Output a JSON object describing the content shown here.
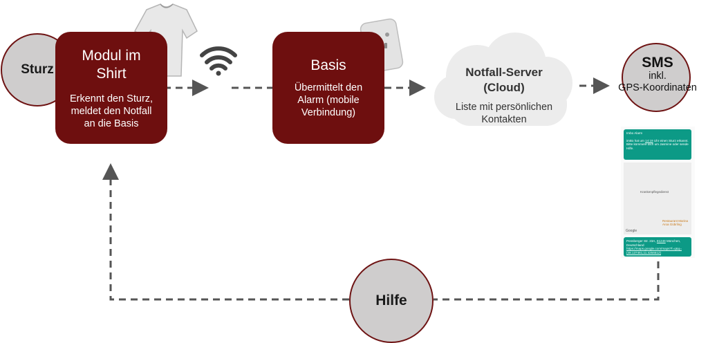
{
  "nodes": {
    "sturz": {
      "title": "Sturz"
    },
    "modul": {
      "title_line1": "Modul im",
      "title_line2": "Shirt",
      "desc_line1": "Erkennt den Sturz,",
      "desc_line2": "meldet den Notfall",
      "desc_line3": "an die Basis"
    },
    "basis": {
      "title": "Basis",
      "desc_line1": "Übermittelt den",
      "desc_line2": "Alarm (mobile",
      "desc_line3": "Verbindung)"
    },
    "server": {
      "title_line1": "Notfall-Server",
      "title_line2": "(Cloud)",
      "desc_line1": "Liste mit persönlichen",
      "desc_line2": "Kontakten"
    },
    "sms": {
      "title": "SMS",
      "desc_line1": "inkl.",
      "desc_line2": "GPS-Koordinaten"
    },
    "hilfe": {
      "title": "Hilfe"
    }
  },
  "phone": {
    "msg1_from": "Imbo Alarm",
    "msg1_text1": "imBo hat um ",
    "msg1_time": "14:19",
    "msg1_text2": " Uhr einen Sturz erkannt.",
    "msg1_text3": "Bitte kümmere dich um Jasmine oder sende Hilfe.",
    "map_label1": "Krankenpflegedienst",
    "map_label2": "Restaurant Marina Aroa Gübrling",
    "map_google": "Google",
    "msg2_text1": "Pensberger Str. 23A, ",
    "msg2_zip": "81249",
    "msg2_text2": " München, Deutschland",
    "msg2_link": "https://maps.google.com/maps?f=q&q=(48.137461,11.4256512)"
  },
  "colors": {
    "box": "#6e0f0f",
    "circle_fill": "#cfcdcd",
    "circle_border": "#6e1313",
    "connector": "#555555",
    "sms_bubble": "#0c9a86"
  },
  "icons": [
    "wifi-icon",
    "cloud-icon",
    "shirt-image",
    "plug-device-image",
    "phone-screenshot"
  ]
}
